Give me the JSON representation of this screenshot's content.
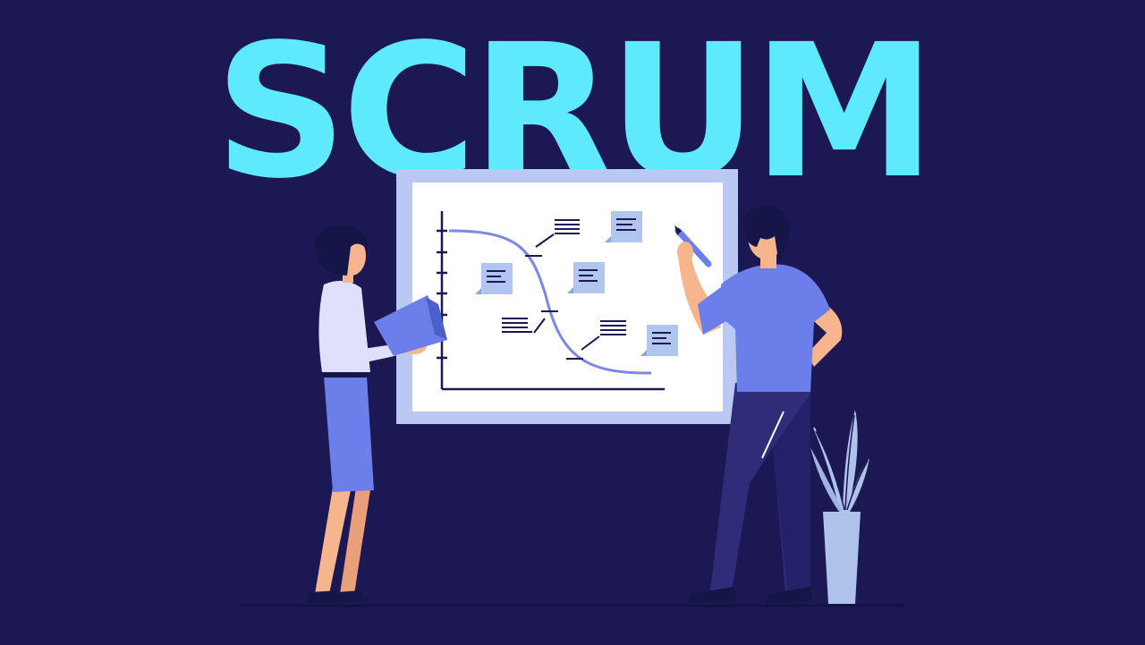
{
  "title": "SCRUM",
  "colors": {
    "background": "#1b1853",
    "title": "#5ee9fd",
    "board_frame": "#b9c9f4",
    "board_surface": "#ffffff",
    "accent_blue": "#6b7eea",
    "curve": "#7b86e6",
    "sticky_note": "#b1c6ee",
    "skin": "#f7b58d",
    "hair": "#141648",
    "trousers": "#2f2d7a",
    "plant": "#aec2ea"
  },
  "illustration": {
    "board_sticky_notes": 4,
    "people": [
      "woman-holding-folder",
      "man-writing-on-board"
    ],
    "props": [
      "whiteboard",
      "potted-plant"
    ]
  }
}
